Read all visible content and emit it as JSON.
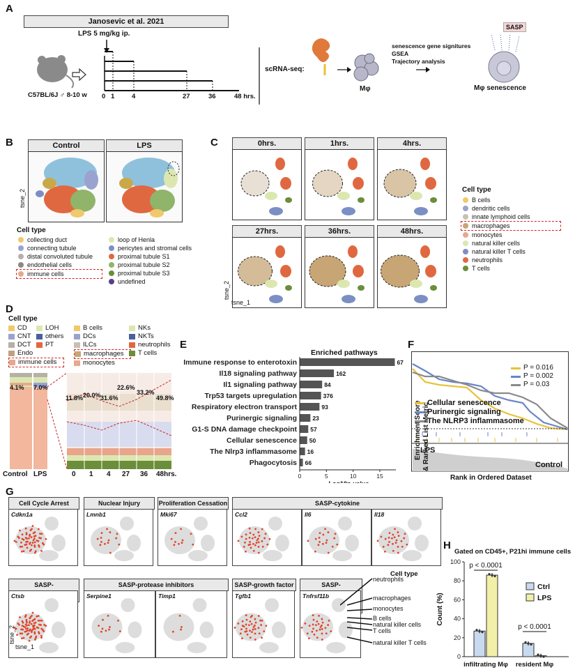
{
  "panelA": {
    "label": "A",
    "study": "Janosevic et al. 2021",
    "treatment": "LPS 5 mg/kg ip.",
    "mouse": "C57BL/6J ♂ 8-10 w",
    "timepoints": [
      "0",
      "1",
      "4",
      "27",
      "36",
      "48 hrs."
    ],
    "scrna": "scRNA-seq:",
    "analyses": [
      "senescence gene signitures",
      "GSEA",
      "Trajectory analysis"
    ],
    "mphi": "Mφ",
    "sasp": "SASP",
    "senescence": "Mφ senescence"
  },
  "panelB": {
    "label": "B",
    "titles": [
      "Control",
      "LPS"
    ],
    "axis_y": "tsne_2",
    "legend_title": "Cell type",
    "legend_left": [
      {
        "name": "collecting duct",
        "color": "#f0c96a"
      },
      {
        "name": "connecting tubule",
        "color": "#9aa3cf"
      },
      {
        "name": "distal convoluted tubule",
        "color": "#b6b0a8"
      },
      {
        "name": "endothelial cells",
        "color": "#8c8a80"
      },
      {
        "name": "immune cells",
        "color": "#e7a98d"
      }
    ],
    "legend_right": [
      {
        "name": "loop of Henla",
        "color": "#dce7b0"
      },
      {
        "name": "pericytes and stromal cells",
        "color": "#7b8fc4"
      },
      {
        "name": "proximal tubule S1",
        "color": "#e06840"
      },
      {
        "name": "proximal tubule S2",
        "color": "#8fb46a"
      },
      {
        "name": "proximal tubule S3",
        "color": "#6b8e3a"
      },
      {
        "name": "undefined",
        "color": "#5a3e8a"
      }
    ]
  },
  "panelC": {
    "label": "C",
    "titles": [
      "0hrs.",
      "1hrs.",
      "4hrs.",
      "27hrs.",
      "36hrs.",
      "48hrs."
    ],
    "axis_y": "tsne_2",
    "axis_x": "tsne_1",
    "legend_title": "Cell type",
    "legend": [
      {
        "name": "B cells",
        "color": "#f0c96a"
      },
      {
        "name": "dendritic cells",
        "color": "#9aa3cf"
      },
      {
        "name": "innate lymphoid cells",
        "color": "#c9c0b5"
      },
      {
        "name": "macrophages",
        "color": "#c8a574"
      },
      {
        "name": "monocytes",
        "color": "#e7a98d"
      },
      {
        "name": "natural killer cells",
        "color": "#dce7b0"
      },
      {
        "name": "natural killer T cells",
        "color": "#7b8fc4"
      },
      {
        "name": "neutrophils",
        "color": "#e06840"
      },
      {
        "name": "T cells",
        "color": "#6b8e3a"
      }
    ]
  },
  "panelD": {
    "label": "D",
    "legend_title": "Cell type",
    "legend_col1": [
      {
        "name": "CD",
        "color": "#f0c96a"
      },
      {
        "name": "CNT",
        "color": "#9aa3cf"
      },
      {
        "name": "DCT",
        "color": "#b6b0a8"
      },
      {
        "name": "Endo",
        "color": "#c0a080"
      },
      {
        "name": "immune cells",
        "color": "#e7a98d"
      }
    ],
    "legend_col2": [
      {
        "name": "LOH",
        "color": "#dce7b0"
      },
      {
        "name": "others",
        "color": "#4a5f9e"
      },
      {
        "name": "PT",
        "color": "#e06840"
      }
    ],
    "legend_col3": [
      {
        "name": "B cells",
        "color": "#f0c96a"
      },
      {
        "name": "DCs",
        "color": "#9aa3cf"
      },
      {
        "name": "ILCs",
        "color": "#c9c0b5"
      },
      {
        "name": "macrophages",
        "color": "#c8a574"
      },
      {
        "name": "monocytes",
        "color": "#e7a98d"
      }
    ],
    "legend_col4": [
      {
        "name": "NKs",
        "color": "#dce7b0"
      },
      {
        "name": "NKTs",
        "color": "#4a5f9e"
      },
      {
        "name": "neutrophils",
        "color": "#e06840"
      },
      {
        "name": "T cells",
        "color": "#6b8e3a"
      }
    ],
    "left_labels": [
      "Control",
      "LPS"
    ],
    "left_pcts": [
      "4.1%",
      "7.0%"
    ],
    "right_labels": [
      "0",
      "1",
      "4",
      "27",
      "36",
      "48hrs."
    ],
    "right_pcts": [
      "11.8%",
      "20.0%",
      "31.6%",
      "22.6%",
      "33.2%",
      "49.8%"
    ]
  },
  "panelE": {
    "label": "E",
    "title": "Enriched pathways",
    "xlabel": "-Log10p-value",
    "ticks": [
      "0",
      "5",
      "10",
      "15"
    ]
  },
  "panelF": {
    "label": "F",
    "ylabel1": "Enrichment Score",
    "ylabel2": "& Ranked List Metric",
    "xlabel": "Rank in Ordered Dataset",
    "pvals": [
      {
        "text": "P = 0.016",
        "color": "#e8c23a"
      },
      {
        "text": "P = 0.002",
        "color": "#6a85c8"
      },
      {
        "text": "P = 0.03",
        "color": "#8a8a8a"
      }
    ],
    "sets": [
      {
        "text": "Cellular senescence",
        "color": "#e8c23a"
      },
      {
        "text": "Purinergic signaling",
        "color": "#6a85c8"
      },
      {
        "text": "The NLRP3 inflammasome",
        "color": "#8a8a8a"
      }
    ],
    "lps": "LPS",
    "control": "Control"
  },
  "panelG": {
    "label": "G",
    "groups": [
      "Cell Cycle Arrest",
      "Nuclear Injury",
      "Proliferation Cessation",
      "SASP-cytokine"
    ],
    "genes_top": [
      "Cdkn1a",
      "Lmnb1",
      "Mki67",
      "Ccl2",
      "Il6",
      "Il18"
    ],
    "groups_bottom": [
      "SASP-(metallo-)proteases",
      "SASP-protease inhibitors",
      "SASP-growth factor",
      "SASP-transmembrane signal receptor"
    ],
    "genes_bottom": [
      "Ctsb",
      "Serpine1",
      "Timp1",
      "Tgfb1",
      "Tnfrsf11b"
    ],
    "axis_y": "tsne_2",
    "axis_x": "tsne_1",
    "legend_title": "Cell type",
    "legend": [
      "neutrophils",
      "macrophages",
      "monocytes",
      "B cells",
      "natural killer cells",
      "T cells",
      "natural killer T cells"
    ]
  },
  "panelH": {
    "label": "H",
    "title": "Gated on CD45+, P21hi immune cells",
    "ylabel": "Count (%)",
    "p1": "p < 0.0001",
    "p2": "p < 0.0001",
    "legend": [
      {
        "name": "Ctrl",
        "color": "#c9d9ef"
      },
      {
        "name": "LPS",
        "color": "#f2f0a8"
      }
    ],
    "yticks": [
      "0",
      "20",
      "40",
      "60",
      "80",
      "100"
    ]
  },
  "chart_data": [
    {
      "type": "bar",
      "title": "Enriched pathways",
      "xlabel": "-Log10p-value",
      "orientation": "horizontal",
      "categories": [
        "Immune response to enterotoxin",
        "Il18 signaling pathway",
        "Il1 signaling pathway",
        "Trp53 targets upregulation",
        "Respiratory electron transport",
        "Purinergic signaling",
        "G1-S DNA damage checkpoint",
        "Cellular senescence",
        "The Nlrp3 inflammasome",
        "Phagocytosis"
      ],
      "values": [
        17.8,
        6.4,
        4.2,
        4.0,
        3.7,
        2.0,
        1.6,
        1.4,
        1.0,
        0.6
      ],
      "counts": [
        67,
        162,
        84,
        376,
        93,
        23,
        57,
        50,
        16,
        66
      ],
      "xlim": [
        0,
        18
      ]
    },
    {
      "type": "bar",
      "title": "Gated on CD45+, P21hi immune cells",
      "ylabel": "Count (%)",
      "ylim": [
        0,
        100
      ],
      "categories": [
        "infiltrating Mφ",
        "resident Mφ"
      ],
      "series": [
        {
          "name": "Ctrl",
          "values": [
            27,
            14
          ]
        },
        {
          "name": "LPS",
          "values": [
            86,
            1
          ]
        }
      ]
    }
  ]
}
